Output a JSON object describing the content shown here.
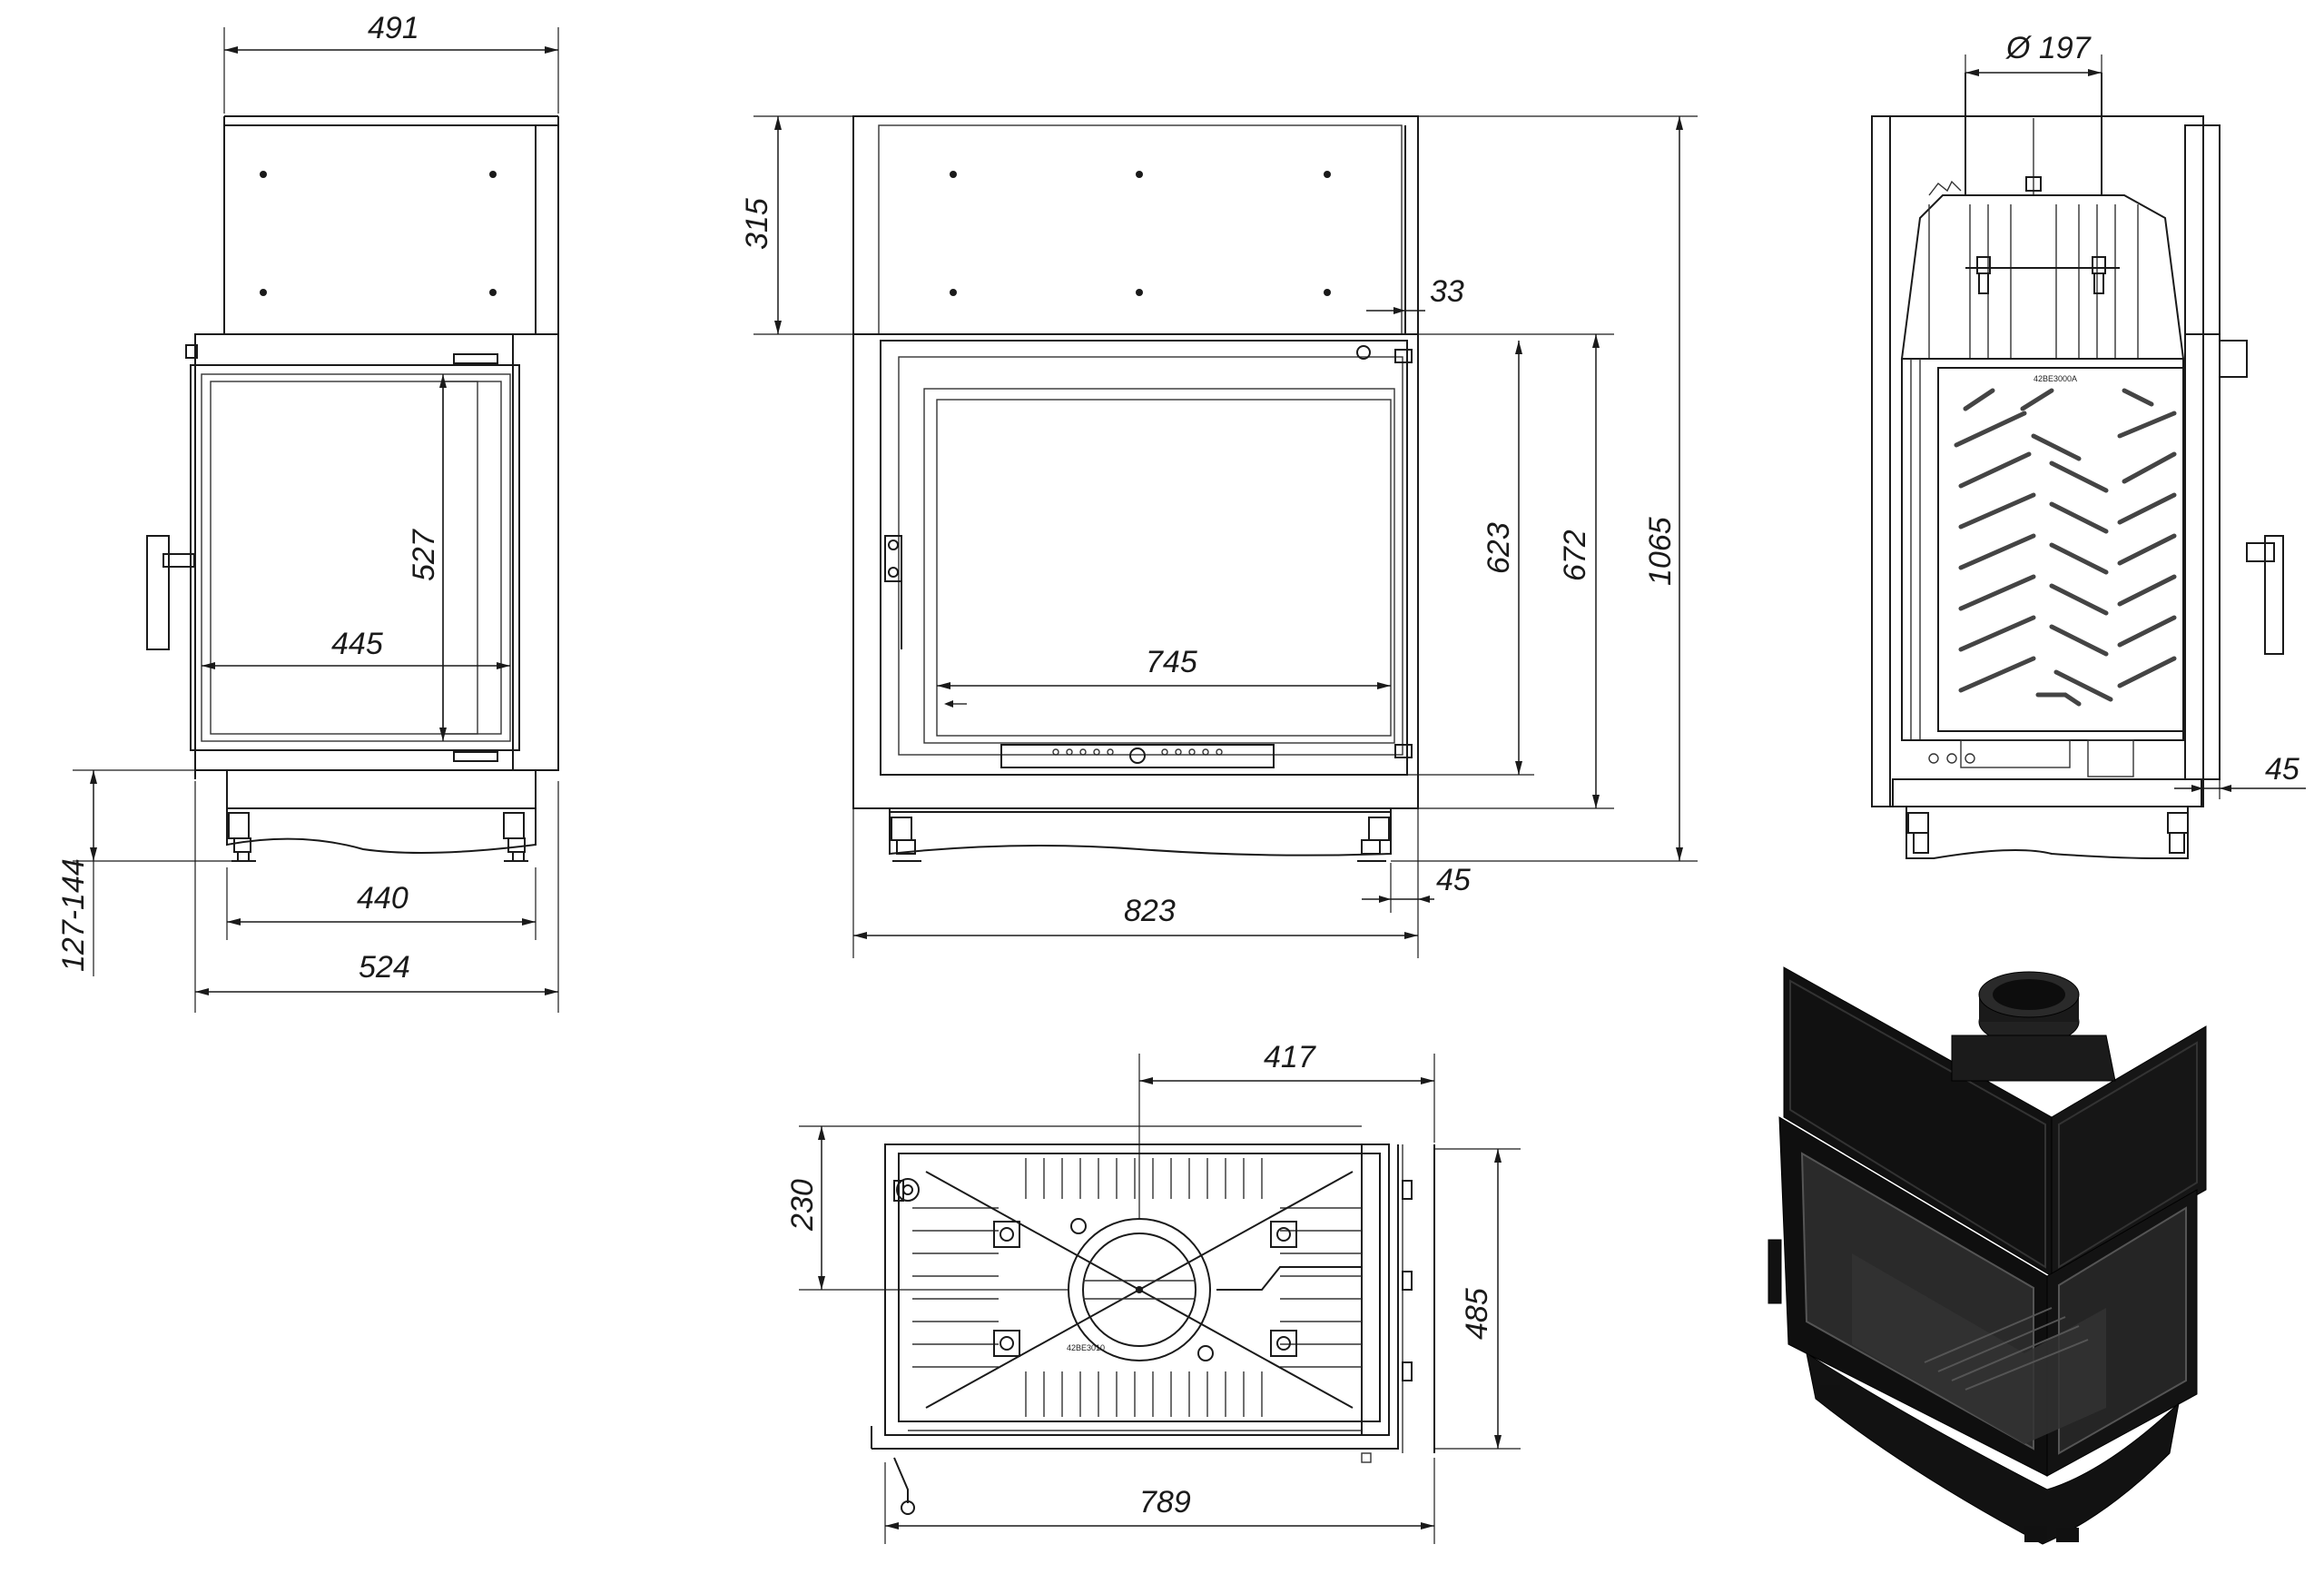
{
  "dimensions": {
    "left_view": {
      "top_width": "491",
      "glass_height": "527",
      "glass_width": "445",
      "leg_height": "127-144",
      "base_width": "440",
      "overall_width": "524"
    },
    "front_view": {
      "top_height": "315",
      "offset_top": "33",
      "glass_height": "623",
      "door_height": "672",
      "overall_height": "1065",
      "glass_width": "745",
      "offset_bottom": "45",
      "overall_width": "823"
    },
    "right_view": {
      "flue_diameter": "Ø 197",
      "side_offset": "45"
    },
    "top_view": {
      "flue_offset_x": "417",
      "flue_offset_y": "230",
      "depth": "485",
      "width": "789"
    }
  },
  "plate_labels": {
    "back_plate": "42BE3000A",
    "bottom_plate": "42BE3010"
  },
  "colors": {
    "line": "#1a1a1a",
    "render_body": "#111111",
    "render_glass": "#2a2a2a"
  }
}
